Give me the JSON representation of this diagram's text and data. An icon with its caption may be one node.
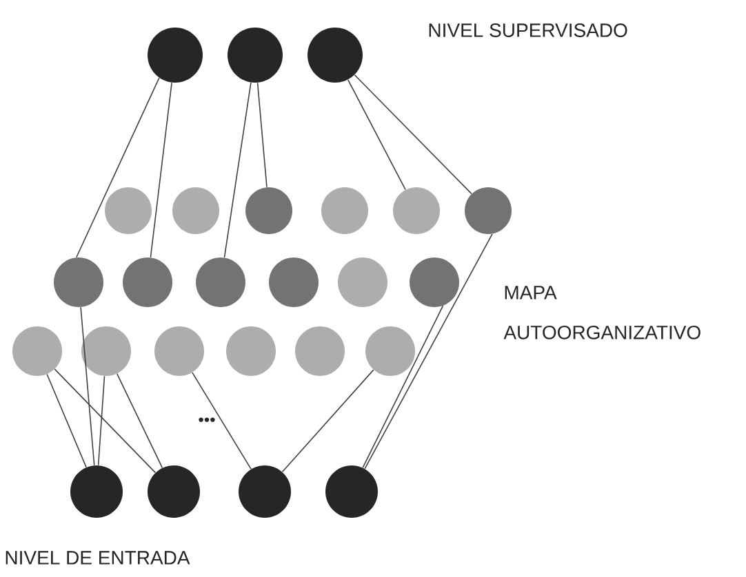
{
  "diagram": {
    "nodes": [
      {
        "text": [],
        "shape": "circle"
      },
      {
        "text": [],
        "shape": "circle"
      },
      {
        "text": [],
        "shape": "circle"
      },
      {
        "text": [],
        "shape": "circle"
      },
      {
        "text": [],
        "shape": "circle"
      },
      {
        "text": [],
        "shape": "circle"
      },
      {
        "text": [],
        "shape": "circle"
      },
      {
        "text": [],
        "shape": "circle"
      },
      {
        "text": [],
        "shape": "circle"
      },
      {
        "text": [],
        "shape": "circle"
      },
      {
        "text": [],
        "shape": "circle"
      },
      {
        "text": [],
        "shape": "circle"
      },
      {
        "text": [],
        "shape": "circle"
      },
      {
        "text": [],
        "shape": "circle"
      },
      {
        "text": [],
        "shape": "circle"
      },
      {
        "text": [],
        "shape": "circle"
      },
      {
        "text": [],
        "shape": "circle"
      },
      {
        "text": [],
        "shape": "circle"
      },
      {
        "text": [],
        "shape": "circle"
      },
      {
        "text": [],
        "shape": "circle"
      },
      {
        "text": [],
        "shape": "circle"
      },
      {
        "text": [],
        "shape": "circle"
      },
      {
        "text": [],
        "shape": "circle"
      },
      {
        "text": [],
        "shape": "circle"
      },
      {
        "text": [],
        "shape": "circle"
      }
    ],
    "edges": [
      {
        "from": 0,
        "to": 9,
        "arrow": "none"
      },
      {
        "from": 0,
        "to": 10,
        "arrow": "none"
      },
      {
        "from": 1,
        "to": 11,
        "arrow": "none"
      },
      {
        "from": 1,
        "to": 5,
        "arrow": "none"
      },
      {
        "from": 2,
        "to": 7,
        "arrow": "none"
      },
      {
        "from": 2,
        "to": 8,
        "arrow": "none"
      },
      {
        "from": 9,
        "to": 21,
        "arrow": "none"
      },
      {
        "from": 15,
        "to": 21,
        "arrow": "none"
      },
      {
        "from": 15,
        "to": 22,
        "arrow": "none"
      },
      {
        "from": 16,
        "to": 21,
        "arrow": "none"
      },
      {
        "from": 16,
        "to": 22,
        "arrow": "none"
      },
      {
        "from": 17,
        "to": 23,
        "arrow": "none"
      },
      {
        "from": 20,
        "to": 23,
        "arrow": "none"
      },
      {
        "from": 8,
        "to": 24,
        "arrow": "none"
      },
      {
        "from": 14,
        "to": 24,
        "arrow": "none"
      }
    ],
    "labels": [
      "NIVEL SUPERVISADO",
      "MAPA AUTOORGANIZATIVO",
      "•••",
      "NIVEL DE ENTRADA"
    ]
  }
}
